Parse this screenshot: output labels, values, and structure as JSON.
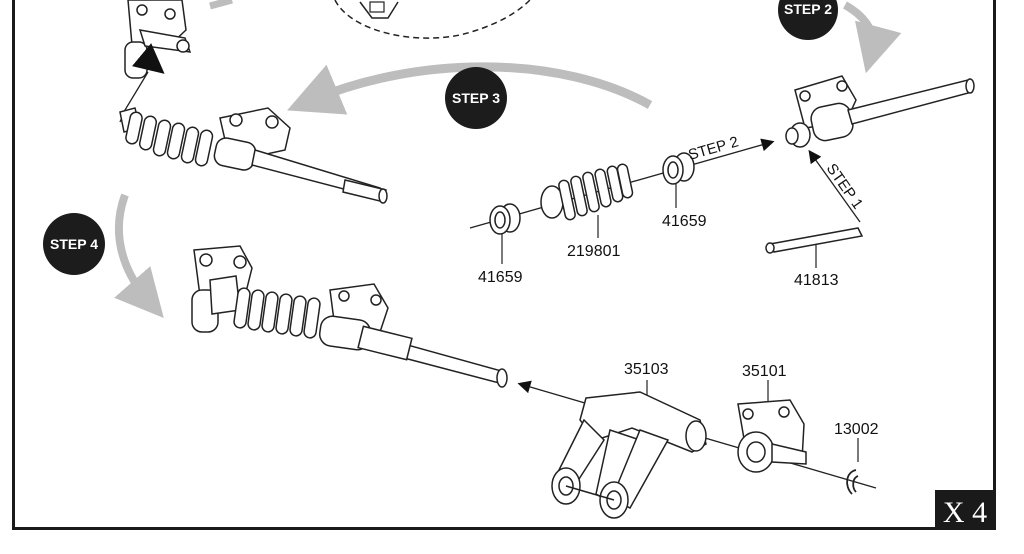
{
  "steps": {
    "step1": "STEP 1",
    "step2_top": "STEP 2",
    "step2_line": "STEP 2",
    "step3": "STEP 3",
    "step4": "STEP 4"
  },
  "parts": {
    "p41659_left": "41659",
    "p219801": "219801",
    "p41659_right": "41659",
    "p41813": "41813",
    "p35103": "35103",
    "p35101": "35101",
    "p13002": "13002"
  },
  "quantity": "X 4",
  "colors": {
    "badge": "#1c1c1c",
    "curved_arrow": "#bdbdbd",
    "line_art": "#222222",
    "frame": "#1a1a1a"
  }
}
